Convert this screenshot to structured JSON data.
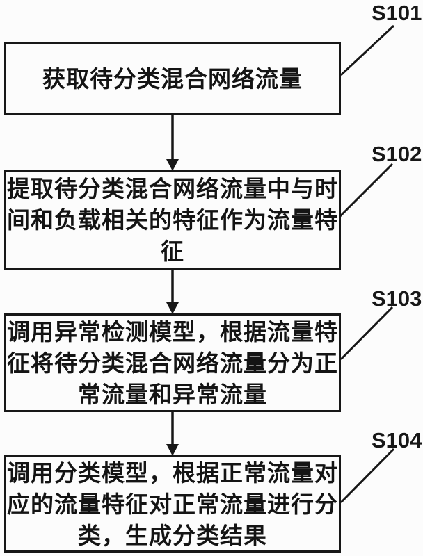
{
  "figure": {
    "type": "flowchart",
    "ink_color": "#171717",
    "background": "#fcfcfc",
    "steps": [
      {
        "label": "S101",
        "lines": [
          "获取待分类混合网络流量"
        ]
      },
      {
        "label": "S102",
        "lines": [
          "提取待分类混合网络流量中与时",
          "间和负载相关的特征作为流量特",
          "征"
        ]
      },
      {
        "label": "S103",
        "lines": [
          "调用异常检测模型，根据流量特",
          "征将待分类混合网络流量分为正",
          "常流量和异常流量"
        ]
      },
      {
        "label": "S104",
        "lines": [
          "调用分类模型，根据正常流量对",
          "应的流量特征对正常流量进行分",
          "类，生成分类结果"
        ]
      }
    ]
  }
}
